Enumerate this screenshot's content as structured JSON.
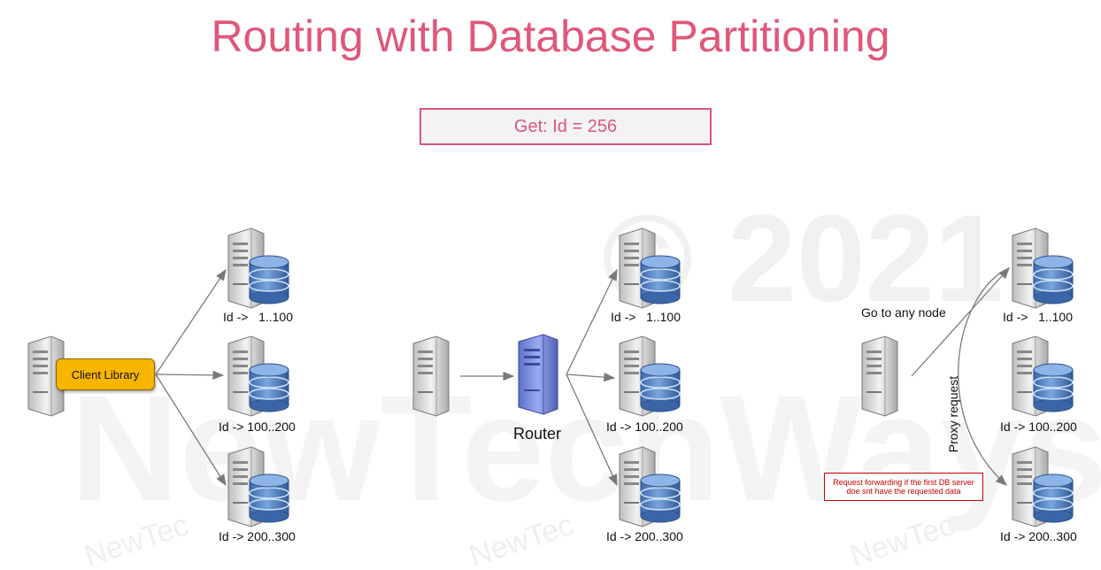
{
  "title": "Routing with Database Partitioning",
  "query": "Get: Id = 256",
  "watermark": {
    "copyright": "© 2021",
    "brand": "NewTechWays",
    "small": "NewTec"
  },
  "colors": {
    "title": "#e0577a",
    "client_library": "#f7b500",
    "router": "#7b8fdc",
    "database": "#4f7fbf",
    "forward_box": "#cc0000"
  },
  "scenarios": [
    {
      "client_label": "Client Library",
      "partitions": [
        "Id ->   1..100",
        "Id -> 100..200",
        "Id -> 200..300"
      ]
    },
    {
      "router_label": "Router",
      "partitions": [
        "Id ->   1..100",
        "Id -> 100..200",
        "Id -> 200..300"
      ]
    },
    {
      "go_label": "Go to any node",
      "proxy_label": "Proxy request",
      "forward_note": "Request forwarding if the first DB server doe snt have the requested data",
      "partitions": [
        "Id ->   1..100",
        "Id -> 100..200",
        "Id -> 200..300"
      ]
    }
  ]
}
